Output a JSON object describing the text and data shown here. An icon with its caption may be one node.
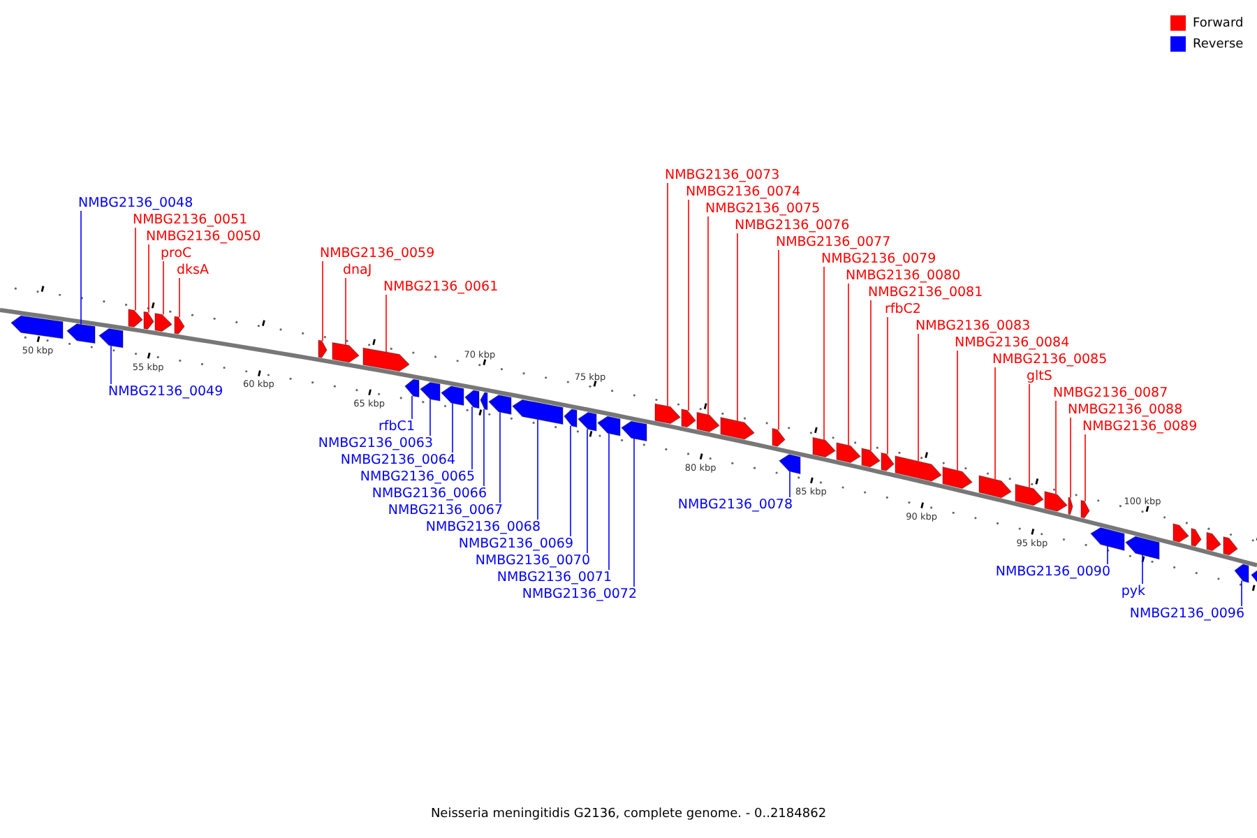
{
  "diagram": {
    "caption": "Neisseria meningitidis G2136, complete genome. - 0..2184862",
    "nodes": [
      {
        "text": [
          "NMBG2136_0051"
        ]
      },
      {
        "text": [
          "NMBG2136_0050"
        ]
      },
      {
        "text": [
          "NMBG2136_0048"
        ]
      },
      {
        "text": [
          "proC"
        ]
      },
      {
        "text": [
          "dksA"
        ]
      },
      {
        "text": [
          "NMBG2136_0059"
        ]
      },
      {
        "text": [
          "dnaJ"
        ]
      },
      {
        "text": [
          "NMBG2136_0061"
        ]
      },
      {
        "text": [
          "NMBG2136_0074"
        ]
      },
      {
        "text": [
          "NMBG2136_0081"
        ]
      },
      {
        "text": [
          "NMBG2136_0073"
        ]
      },
      {
        "text": [
          "NMBG2136_0076"
        ]
      },
      {
        "text": [
          "NMBG2136_0080"
        ]
      },
      {
        "text": [
          "NMBG2136_0075"
        ]
      },
      {
        "text": [
          "NMBG2136_0079"
        ]
      },
      {
        "text": [
          "NMBG2136_0077"
        ]
      },
      {
        "text": [
          "NMBG2136_0083"
        ]
      },
      {
        "text": [
          "NMBG2136_0087"
        ]
      },
      {
        "text": [
          "rfbC2"
        ]
      },
      {
        "text": [
          "NMBG2136_0085"
        ]
      },
      {
        "text": [
          "NMBG2136_0084"
        ]
      },
      {
        "text": [
          "gltS"
        ]
      },
      {
        "text": [
          "NMBG2136_0049"
        ]
      },
      {
        "text": [
          "rfbC1"
        ]
      },
      {
        "text": [
          "NMBG2136_0088"
        ]
      },
      {
        "text": [
          "NMBG2136_0063"
        ]
      },
      {
        "text": [
          "NMBG2136_0089"
        ]
      },
      {
        "text": [
          "NMBG2136_0064"
        ]
      },
      {
        "text": [
          "NMBG2136_0069"
        ]
      },
      {
        "text": [
          "NMBG2136_0065"
        ]
      },
      {
        "text": [
          "NMBG2136_0070"
        ]
      },
      {
        "text": [
          "NMBG2136_0066"
        ]
      },
      {
        "text": [
          "NMBG2136_0071"
        ]
      },
      {
        "text": [
          "NMBG2136_0067"
        ]
      },
      {
        "text": [
          "NMBG2136_0072"
        ]
      },
      {
        "text": [
          "NMBG2136_0068"
        ]
      },
      {
        "text": [
          "NMBG2136_0078"
        ]
      },
      {
        "text": [
          "NMBG2136_0090"
        ]
      },
      {
        "text": [
          "pyk"
        ]
      },
      {
        "text": [
          "NMBG2136_0096"
        ]
      },
      {
        "text": [],
        "shape": "arrow"
      },
      {
        "text": [],
        "shape": "arrow"
      },
      {
        "text": [],
        "shape": "arrow"
      },
      {
        "text": [],
        "shape": "arrow"
      },
      {
        "text": [],
        "shape": "arrow"
      },
      {
        "text": [],
        "shape": "arrow"
      },
      {
        "text": [],
        "shape": "arrow"
      },
      {
        "text": [],
        "shape": "arrow"
      },
      {
        "text": [],
        "shape": "arrow"
      },
      {
        "text": [],
        "shape": "arrow"
      },
      {
        "text": [],
        "shape": "arrow"
      },
      {
        "text": [],
        "shape": "arrow"
      },
      {
        "text": [],
        "shape": "arrow"
      },
      {
        "text": [],
        "shape": "arrow"
      },
      {
        "text": [],
        "shape": "arrow"
      },
      {
        "text": [],
        "shape": "arrow"
      },
      {
        "text": [],
        "shape": "arrow"
      },
      {
        "text": [],
        "shape": "arrow"
      },
      {
        "text": [],
        "shape": "arrow"
      },
      {
        "text": [],
        "shape": "arrow"
      },
      {
        "text": [],
        "shape": "arrow"
      },
      {
        "text": [],
        "shape": "arrow"
      },
      {
        "text": [],
        "shape": "arrow"
      },
      {
        "text": [],
        "shape": "arrow"
      },
      {
        "text": [],
        "shape": "arrow"
      },
      {
        "text": [],
        "shape": "arrow"
      },
      {
        "text": [],
        "shape": "arrow"
      },
      {
        "text": [],
        "shape": "arrow"
      },
      {
        "text": [],
        "shape": "arrow"
      },
      {
        "text": [],
        "shape": "arrow"
      },
      {
        "text": [],
        "shape": "arrow"
      },
      {
        "text": [],
        "shape": "arrow"
      },
      {
        "text": [],
        "shape": "arrow"
      },
      {
        "text": [],
        "shape": "arrow"
      },
      {
        "text": [],
        "shape": "arrow"
      },
      {
        "text": [],
        "shape": "arrow"
      },
      {
        "text": [],
        "shape": "arrow"
      },
      {
        "text": [],
        "shape": "arrow"
      },
      {
        "text": [],
        "shape": "arrow"
      },
      {
        "text": [],
        "shape": "arrow"
      },
      {
        "text": [],
        "shape": "arrow"
      },
      {
        "text": [],
        "shape": "arrow"
      },
      {
        "text": [],
        "shape": "arrow"
      },
      {
        "text": [],
        "shape": "arrow"
      },
      {
        "text": [],
        "shape": "arrow"
      },
      {
        "text": [],
        "shape": "arrow"
      }
    ],
    "edges": [
      {
        "from": 0,
        "to": 43,
        "arrow": "none"
      },
      {
        "from": 1,
        "to": 44,
        "arrow": "none"
      },
      {
        "from": 2,
        "to": 41,
        "arrow": "none",
        "color": "#0000ff"
      },
      {
        "from": 3,
        "to": 45,
        "arrow": "none"
      },
      {
        "from": 4,
        "to": 46,
        "arrow": "none"
      },
      {
        "from": 5,
        "to": 47,
        "arrow": "none"
      },
      {
        "from": 6,
        "to": 48,
        "arrow": "none"
      },
      {
        "from": 7,
        "to": 49,
        "arrow": "none"
      },
      {
        "from": 8,
        "to": 62,
        "arrow": "none"
      },
      {
        "from": 9,
        "to": 69,
        "arrow": "none"
      },
      {
        "from": 10,
        "to": 61,
        "arrow": "none"
      },
      {
        "from": 11,
        "to": 64,
        "arrow": "none"
      },
      {
        "from": 12,
        "to": 68,
        "arrow": "none"
      },
      {
        "from": 13,
        "to": 63,
        "arrow": "none"
      },
      {
        "from": 14,
        "to": 67,
        "arrow": "none"
      },
      {
        "from": 15,
        "to": 65,
        "arrow": "none"
      },
      {
        "from": 16,
        "to": 71,
        "arrow": "none"
      },
      {
        "from": 17,
        "to": 75,
        "arrow": "none"
      },
      {
        "from": 18,
        "to": 70,
        "arrow": "none"
      },
      {
        "from": 19,
        "to": 73,
        "arrow": "none"
      },
      {
        "from": 20,
        "to": 72,
        "arrow": "none"
      },
      {
        "from": 21,
        "to": 74,
        "arrow": "none"
      },
      {
        "from": 22,
        "to": 42,
        "arrow": "none",
        "color": "#0000ff"
      },
      {
        "from": 23,
        "to": 50,
        "arrow": "none",
        "color": "#0000ff"
      },
      {
        "from": 24,
        "to": 76,
        "arrow": "none"
      },
      {
        "from": 25,
        "to": 51,
        "arrow": "none",
        "color": "#0000ff"
      },
      {
        "from": 26,
        "to": 77,
        "arrow": "none"
      },
      {
        "from": 27,
        "to": 52,
        "arrow": "none",
        "color": "#0000ff"
      },
      {
        "from": 28,
        "to": 57,
        "arrow": "none",
        "color": "#0000ff"
      },
      {
        "from": 29,
        "to": 53,
        "arrow": "none",
        "color": "#0000ff"
      },
      {
        "from": 30,
        "to": 58,
        "arrow": "none",
        "color": "#0000ff"
      },
      {
        "from": 31,
        "to": 54,
        "arrow": "none",
        "color": "#0000ff"
      },
      {
        "from": 32,
        "to": 59,
        "arrow": "none",
        "color": "#0000ff"
      },
      {
        "from": 33,
        "to": 55,
        "arrow": "none",
        "color": "#0000ff"
      },
      {
        "from": 34,
        "to": 60,
        "arrow": "none",
        "color": "#0000ff"
      },
      {
        "from": 35,
        "to": 56,
        "arrow": "none",
        "color": "#0000ff"
      },
      {
        "from": 36,
        "to": 66,
        "arrow": "none",
        "color": "#0000ff"
      },
      {
        "from": 37,
        "to": 78,
        "arrow": "none",
        "color": "#0000ff"
      },
      {
        "from": 38,
        "to": 79,
        "arrow": "none",
        "color": "#0000ff"
      },
      {
        "from": 39,
        "to": 84,
        "arrow": "none",
        "color": "#0000ff"
      }
    ],
    "labels": [
      "50 kbp",
      "55 kbp",
      "60 kbp",
      "65 kbp",
      "70 kbp",
      "75 kbp",
      "80 kbp",
      "85 kbp",
      "90 kbp",
      "95 kbp",
      "100 kbp"
    ],
    "legend": [
      {
        "text": "Forward",
        "color": "#ff0000"
      },
      {
        "text": "Reverse",
        "color": "#0000ff"
      }
    ]
  }
}
